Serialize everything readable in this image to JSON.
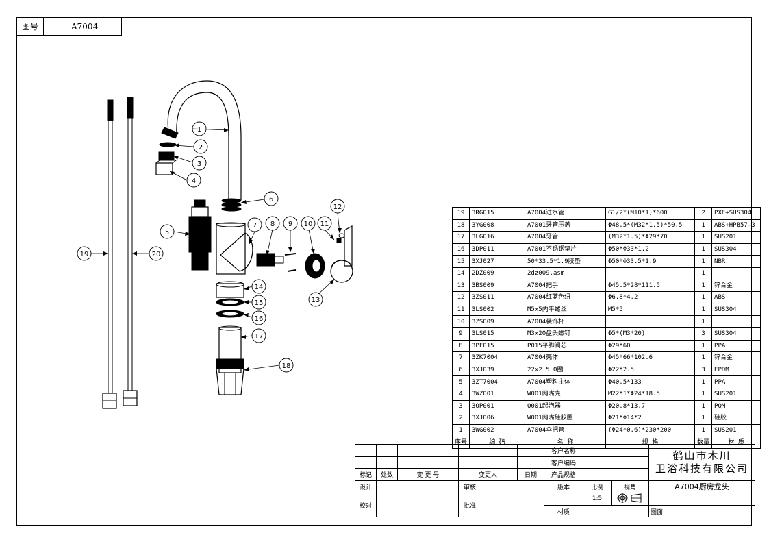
{
  "header": {
    "drawing_no_label": "图号",
    "drawing_no": "A7004"
  },
  "balloons": [
    "1",
    "2",
    "3",
    "4",
    "5",
    "6",
    "7",
    "8",
    "9",
    "10",
    "11",
    "12",
    "13",
    "14",
    "15",
    "16",
    "17",
    "18",
    "19",
    "20"
  ],
  "bom": {
    "header": {
      "no": "序号",
      "code": "编 码",
      "name": "名 称",
      "spec": "规 格",
      "qty": "数量",
      "material": "材 质"
    },
    "rows": [
      {
        "no": "19",
        "code": "3RG015",
        "name": "A7004进水管",
        "spec": "G1/2*(M10*1)*600",
        "qty": "2",
        "material": "PXE+SUS304"
      },
      {
        "no": "18",
        "code": "3YG008",
        "name": "A7001牙管压盖",
        "spec": "Φ48.5*(M32*1.5)*50.5",
        "qty": "1",
        "material": "ABS+HPB57-3"
      },
      {
        "no": "17",
        "code": "3LG016",
        "name": "A7004牙管",
        "spec": "(M32*1.5)*Φ29*70",
        "qty": "1",
        "material": "SUS201"
      },
      {
        "no": "16",
        "code": "3DP011",
        "name": "A7001不锈钢垫片",
        "spec": "Φ50*Φ33*1.2",
        "qty": "1",
        "material": "SUS304"
      },
      {
        "no": "15",
        "code": "3XJ027",
        "name": "50*33.5*1.9胶垫",
        "spec": "Φ50*Φ33.5*1.9",
        "qty": "1",
        "material": "NBR"
      },
      {
        "no": "14",
        "code": "2DZ009",
        "name": "2dz009.asm",
        "spec": "",
        "qty": "1",
        "material": ""
      },
      {
        "no": "13",
        "code": "3BS009",
        "name": "A7004把手",
        "spec": "Φ45.5*28*111.5",
        "qty": "1",
        "material": "锌合金"
      },
      {
        "no": "12",
        "code": "3ZS011",
        "name": "A7004红蓝色纽",
        "spec": "Φ6.8*4.2",
        "qty": "1",
        "material": "ABS"
      },
      {
        "no": "11",
        "code": "3LS002",
        "name": "M5x5内平螺丝",
        "spec": "M5*5",
        "qty": "1",
        "material": "SUS304"
      },
      {
        "no": "10",
        "code": "3ZS009",
        "name": "A7004装饰杯",
        "spec": "",
        "qty": "1",
        "material": ""
      },
      {
        "no": "9",
        "code": "3LS015",
        "name": "M3x20盘头螺钉",
        "spec": "Φ5*(M3*20)",
        "qty": "3",
        "material": "SUS304"
      },
      {
        "no": "8",
        "code": "3PF015",
        "name": "P015平脚阀芯",
        "spec": "Φ29*60",
        "qty": "1",
        "material": "PPA"
      },
      {
        "no": "7",
        "code": "3ZK7004",
        "name": "A7004壳体",
        "spec": "Φ45*66*102.6",
        "qty": "1",
        "material": "锌合金"
      },
      {
        "no": "6",
        "code": "3XJ039",
        "name": "22x2.5 O圈",
        "spec": "Φ22*2.5",
        "qty": "3",
        "material": "EPDM"
      },
      {
        "no": "5",
        "code": "3ZT7004",
        "name": "A7004塑料主体",
        "spec": "Φ40.5*133",
        "qty": "1",
        "material": "PPA"
      },
      {
        "no": "4",
        "code": "3WZ001",
        "name": "W001网嘴壳",
        "spec": "M22*1*Φ24*18.5",
        "qty": "1",
        "material": "SUS201"
      },
      {
        "no": "3",
        "code": "3QP001",
        "name": "Q001起泡器",
        "spec": "Φ20.8*13.7",
        "qty": "1",
        "material": "POM"
      },
      {
        "no": "2",
        "code": "3XJ006",
        "name": "W001网嘴硅胶圈",
        "spec": "Φ21*Φ14*2",
        "qty": "1",
        "material": "硅胶"
      },
      {
        "no": "1",
        "code": "3WG002",
        "name": "A7004伞把管",
        "spec": "(Φ24*0.6)*230*200",
        "qty": "1",
        "material": "SUS201"
      }
    ]
  },
  "title_block": {
    "mark": "标记",
    "count": "处数",
    "change_no": "变 更 号",
    "changer": "变更人",
    "date": "日期",
    "design": "设计",
    "check": "校对",
    "review": "审核",
    "approve": "批准",
    "customer_name": "客户名称",
    "customer_code": "客户编码",
    "product_spec": "产品规格",
    "version": "版本",
    "scale_label": "比例",
    "scale": "1:5",
    "view_label": "视角",
    "material_label": "材质",
    "sheet_label": "图面",
    "company_line1": "鹤山市木川",
    "company_line2": "卫浴科技有限公司",
    "product": "A7004厨房龙头"
  }
}
